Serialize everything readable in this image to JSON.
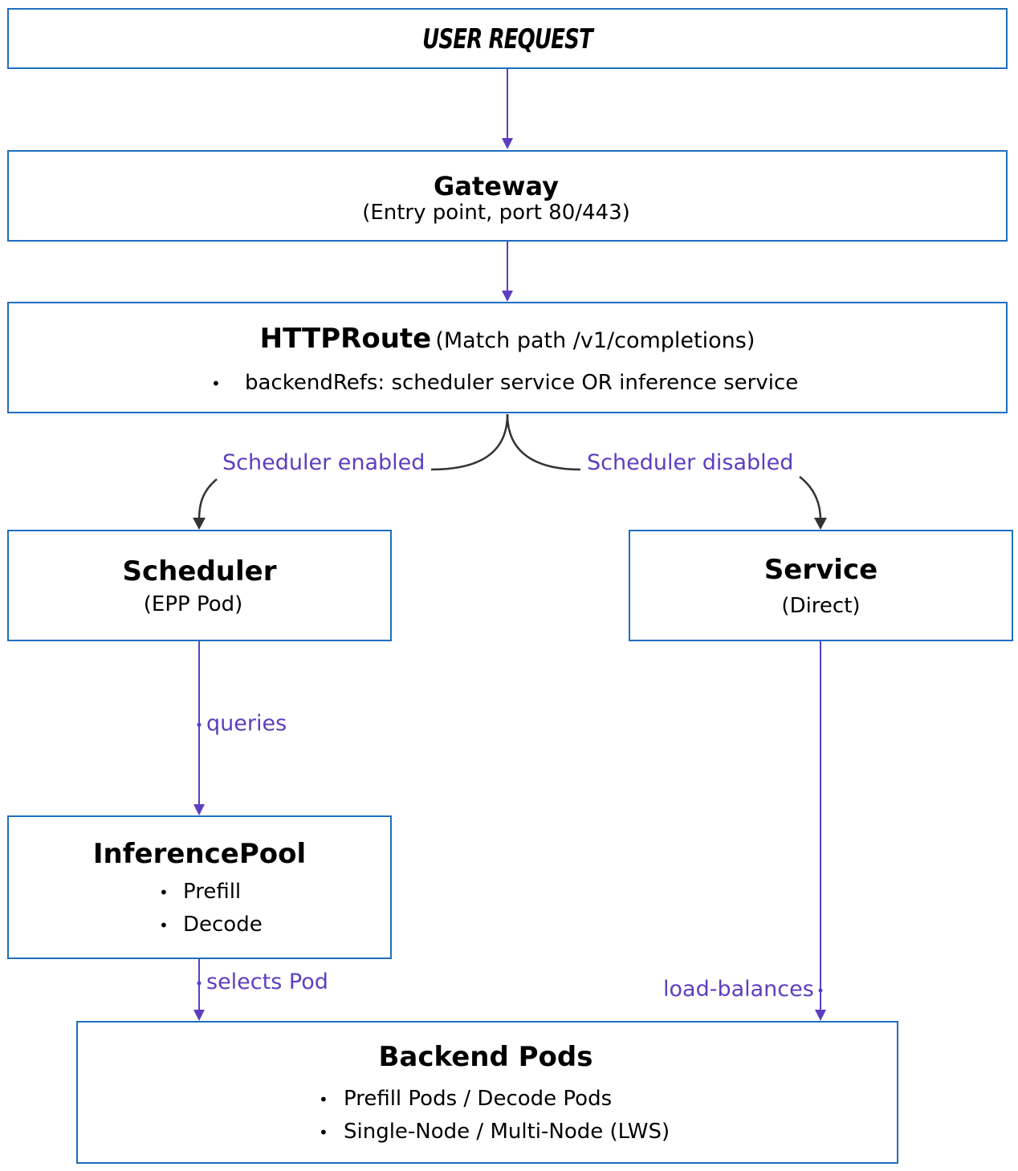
{
  "user_request": {
    "title": "USER REQUEST"
  },
  "gateway": {
    "title": "Gateway",
    "subtitle": "(Entry point, port 80/443)"
  },
  "httproute": {
    "title": "HTTPRoute",
    "title_suffix": "(Match path /v1/completions)",
    "bullets": [
      "backendRefs: scheduler service OR inference service"
    ]
  },
  "scheduler": {
    "title": "Scheduler",
    "subtitle": "(EPP Pod)"
  },
  "service": {
    "title": "Service",
    "subtitle": "(Direct)"
  },
  "inference_pool": {
    "title": "InferencePool",
    "bullets": [
      "Prefill",
      "Decode"
    ]
  },
  "backend_pods": {
    "title": "Backend Pods",
    "bullets": [
      "Prefill Pods / Decode Pods",
      "Single-Node / Multi-Node (LWS)"
    ]
  },
  "edges": {
    "scheduler_enabled": "Scheduler enabled",
    "scheduler_disabled": "Scheduler disabled",
    "queries": "queries",
    "selects_pod": "selects Pod",
    "load_balances": "load-balances"
  },
  "colors": {
    "box_border": "#1f6fbf",
    "arrow": "#5b3fbf",
    "branch_arrow": "#333333",
    "edge_label": "#5b3fbf"
  },
  "bullet_glyph": "•"
}
